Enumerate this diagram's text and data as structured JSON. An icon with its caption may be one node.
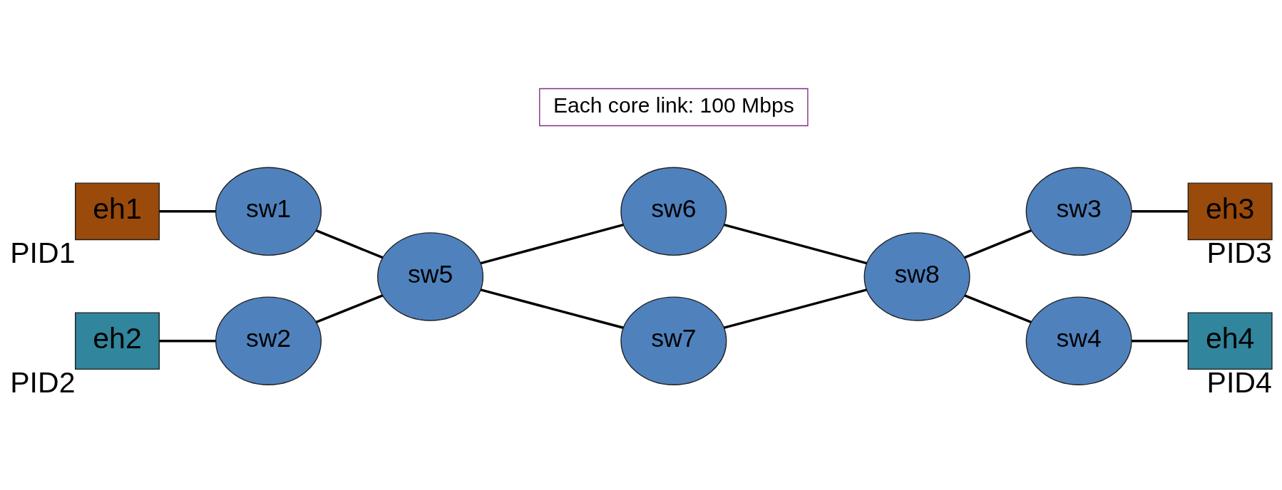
{
  "diagram": {
    "nodes": [
      {
        "text": [
          "eh1"
        ],
        "beside": [
          "PID1"
        ]
      },
      {
        "text": [
          "sw1"
        ]
      },
      {
        "text": [
          "Each core link: 100 Mbps"
        ]
      },
      {
        "text": [
          "sw3"
        ]
      },
      {
        "text": [
          "eh3"
        ],
        "beside": [
          "PID3"
        ]
      },
      {
        "text": [
          "sw6"
        ]
      },
      {
        "text": [
          "sw5"
        ]
      },
      {
        "text": [
          "sw8"
        ]
      },
      {
        "text": [
          "sw7"
        ]
      },
      {
        "text": [
          "eh2"
        ],
        "beside": [
          "PID2"
        ]
      },
      {
        "text": [
          "sw2"
        ]
      },
      {
        "text": [
          "sw4"
        ]
      },
      {
        "text": [
          "eh4"
        ],
        "beside": [
          "PID4"
        ]
      }
    ],
    "edges": [
      {
        "from": 0,
        "to": 1,
        "arrow": "none"
      },
      {
        "from": 1,
        "to": 6,
        "arrow": "none"
      },
      {
        "from": 6,
        "to": 5,
        "arrow": "none"
      },
      {
        "from": 5,
        "to": 7,
        "arrow": "none"
      },
      {
        "from": 3,
        "to": 4,
        "arrow": "none"
      },
      {
        "from": 7,
        "to": 3,
        "arrow": "none"
      },
      {
        "from": 6,
        "to": 8,
        "arrow": "none"
      },
      {
        "from": 8,
        "to": 7,
        "arrow": "none"
      },
      {
        "from": 6,
        "to": 10,
        "arrow": "none"
      },
      {
        "from": 10,
        "to": 9,
        "arrow": "none"
      },
      {
        "from": 7,
        "to": 11,
        "arrow": "none"
      },
      {
        "from": 11,
        "to": 12,
        "arrow": "none"
      }
    ]
  }
}
